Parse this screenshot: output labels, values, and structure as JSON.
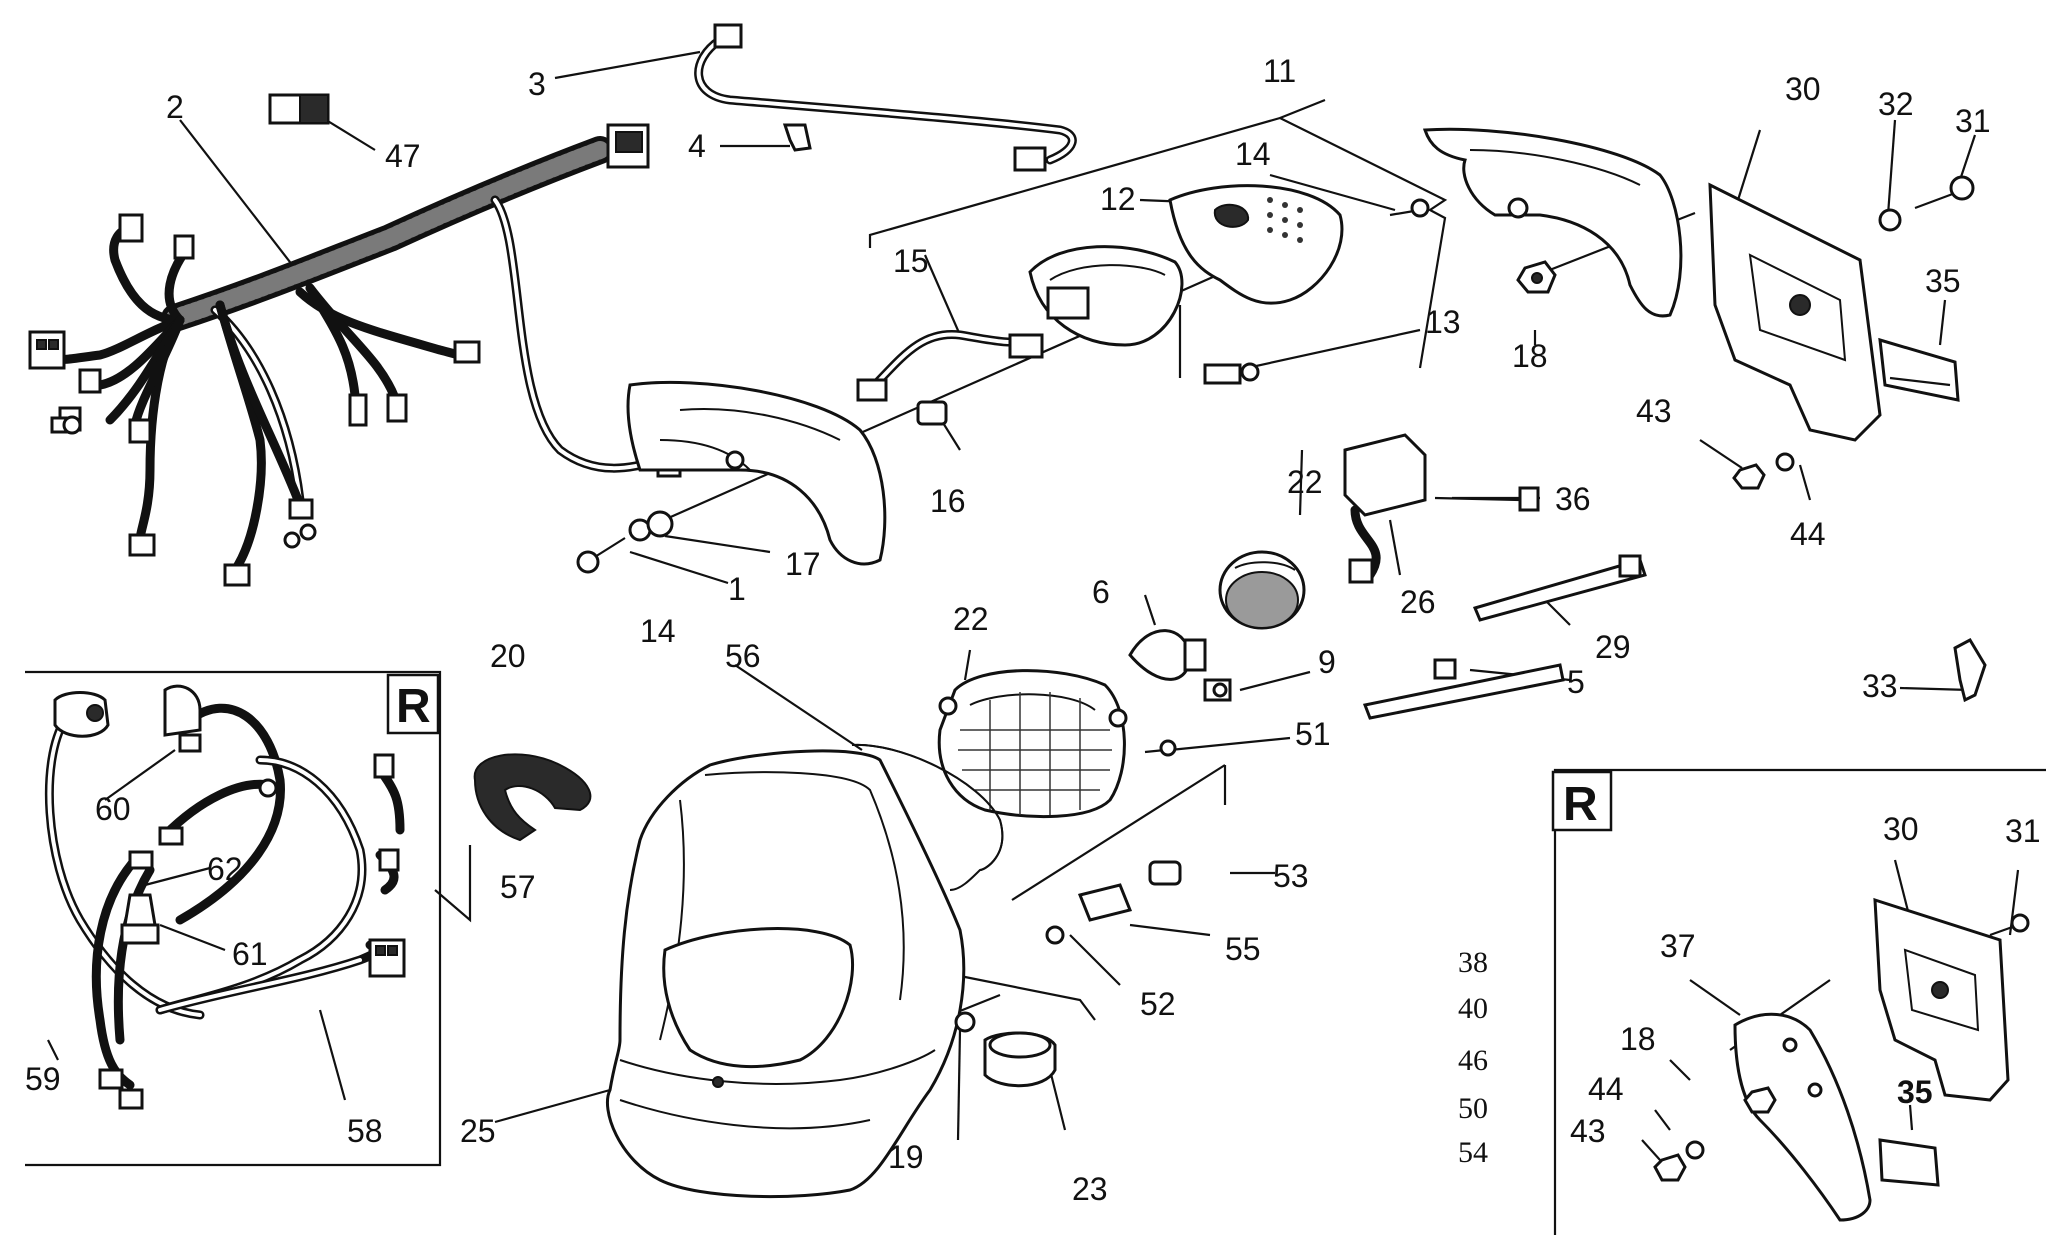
{
  "callouts": [
    {
      "id": "c-2",
      "text": "2"
    },
    {
      "id": "c-3",
      "text": "3"
    },
    {
      "id": "c-47",
      "text": "47"
    },
    {
      "id": "c-4",
      "text": "4"
    },
    {
      "id": "c-11",
      "text": "11"
    },
    {
      "id": "c-14a",
      "text": "14"
    },
    {
      "id": "c-12",
      "text": "12"
    },
    {
      "id": "c-15",
      "text": "15"
    },
    {
      "id": "c-13",
      "text": "13"
    },
    {
      "id": "c-16",
      "text": "16"
    },
    {
      "id": "c-17",
      "text": "17"
    },
    {
      "id": "c-1",
      "text": "1"
    },
    {
      "id": "c-14b",
      "text": "14"
    },
    {
      "id": "c-30a",
      "text": "30"
    },
    {
      "id": "c-32",
      "text": "32"
    },
    {
      "id": "c-31a",
      "text": "31"
    },
    {
      "id": "c-18a",
      "text": "18"
    },
    {
      "id": "c-35a",
      "text": "35"
    },
    {
      "id": "c-43a",
      "text": "43"
    },
    {
      "id": "c-44a",
      "text": "44"
    },
    {
      "id": "c-22a",
      "text": "22"
    },
    {
      "id": "c-36",
      "text": "36"
    },
    {
      "id": "c-26",
      "text": "26"
    },
    {
      "id": "c-29",
      "text": "29"
    },
    {
      "id": "c-6",
      "text": "6"
    },
    {
      "id": "c-22b",
      "text": "22"
    },
    {
      "id": "c-9",
      "text": "9"
    },
    {
      "id": "c-5",
      "text": "5"
    },
    {
      "id": "c-33",
      "text": "33"
    },
    {
      "id": "c-20",
      "text": "20"
    },
    {
      "id": "c-56",
      "text": "56"
    },
    {
      "id": "c-51",
      "text": "51"
    },
    {
      "id": "c-53",
      "text": "53"
    },
    {
      "id": "c-55",
      "text": "55"
    },
    {
      "id": "c-52",
      "text": "52"
    },
    {
      "id": "c-57",
      "text": "57"
    },
    {
      "id": "c-60",
      "text": "60"
    },
    {
      "id": "c-62",
      "text": "62"
    },
    {
      "id": "c-61",
      "text": "61"
    },
    {
      "id": "c-59",
      "text": "59"
    },
    {
      "id": "c-58",
      "text": "58"
    },
    {
      "id": "c-25",
      "text": "25"
    },
    {
      "id": "c-19",
      "text": "19"
    },
    {
      "id": "c-23",
      "text": "23"
    },
    {
      "id": "c-30b",
      "text": "30"
    },
    {
      "id": "c-31b",
      "text": "31"
    },
    {
      "id": "c-37",
      "text": "37"
    },
    {
      "id": "c-18b",
      "text": "18"
    },
    {
      "id": "c-44b",
      "text": "44"
    },
    {
      "id": "c-43b",
      "text": "43"
    },
    {
      "id": "c-35b",
      "text": "35"
    }
  ],
  "part_list": [
    "38",
    "40",
    "46",
    "50",
    "54"
  ],
  "inset_labels": {
    "left": "R",
    "right": "R"
  }
}
